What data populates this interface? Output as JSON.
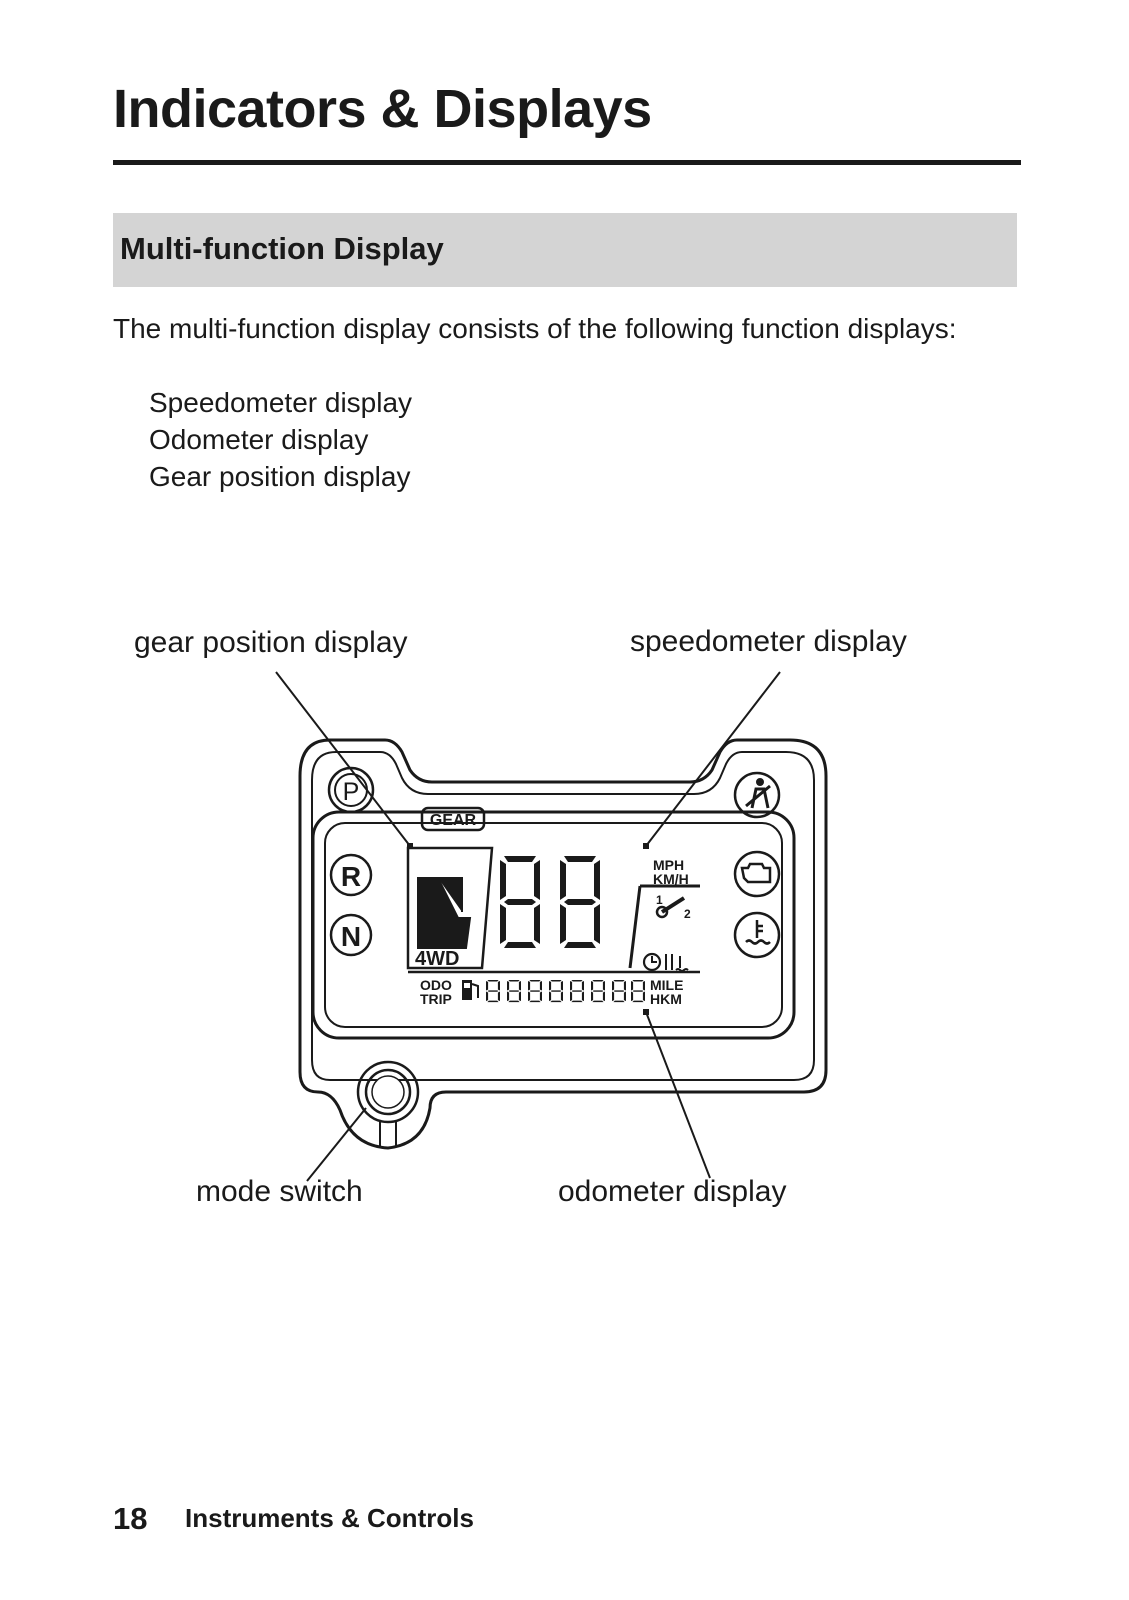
{
  "page": {
    "title": "Indicators & Displays",
    "section_heading": "Multi-function Display",
    "intro": "The multi-function display consists of the following function displays:",
    "displays": [
      "Speedometer display",
      "Odometer display",
      "Gear position display"
    ]
  },
  "figure": {
    "callouts": {
      "gear": "gear position display",
      "speed": "speedometer display",
      "mode": "mode switch",
      "odo": "odometer display"
    },
    "panel": {
      "gear_badge": "GEAR",
      "gear_indicators": [
        "P",
        "R",
        "N"
      ],
      "drive_mode": "4WD",
      "speed_units": [
        "MPH",
        "KM/H"
      ],
      "speed_digits": "88",
      "odo_modes": [
        "ODO",
        "TRIP"
      ],
      "odo_units": [
        "MILE",
        "HKM"
      ],
      "odo_digits": "88888888",
      "service_marks": [
        "1",
        "2"
      ],
      "warning_icons": [
        "seatbelt-icon",
        "engine-check-icon",
        "coolant-temp-icon"
      ]
    }
  },
  "footer": {
    "page_number": "18",
    "section": "Instruments & Controls"
  }
}
